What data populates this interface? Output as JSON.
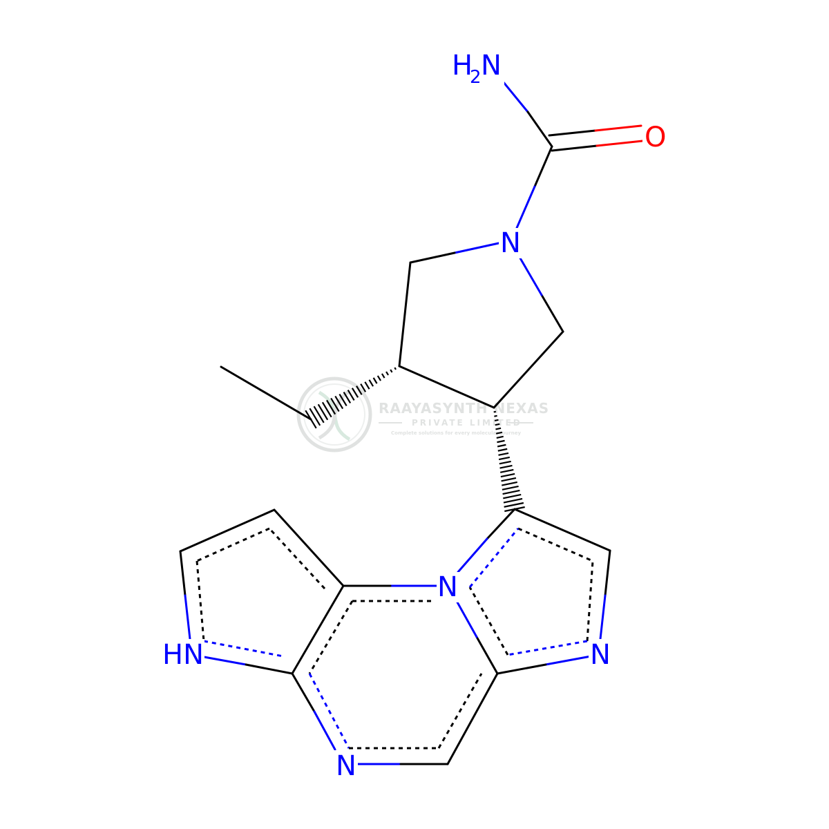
{
  "molecule": {
    "atoms": {
      "amine": "H",
      "amine_sub": "2",
      "amine_n": "N",
      "carbonyl_o": "O",
      "pyrrolidine_n": "N",
      "bridgehead_n": "N",
      "imidazole_n": "N",
      "pyrrole_nh": "HN",
      "pyrazine_n": "N"
    }
  },
  "watermark": {
    "company": "RAAYASYNTH NEXAS",
    "subtitle": "PRIVATE LIMITED",
    "tagline": "Complete solutions for every molecular journey"
  },
  "colors": {
    "carbon": "#000000",
    "nitrogen": "#0000ff",
    "oxygen": "#ff0000",
    "watermark": "#c7cbc9"
  }
}
